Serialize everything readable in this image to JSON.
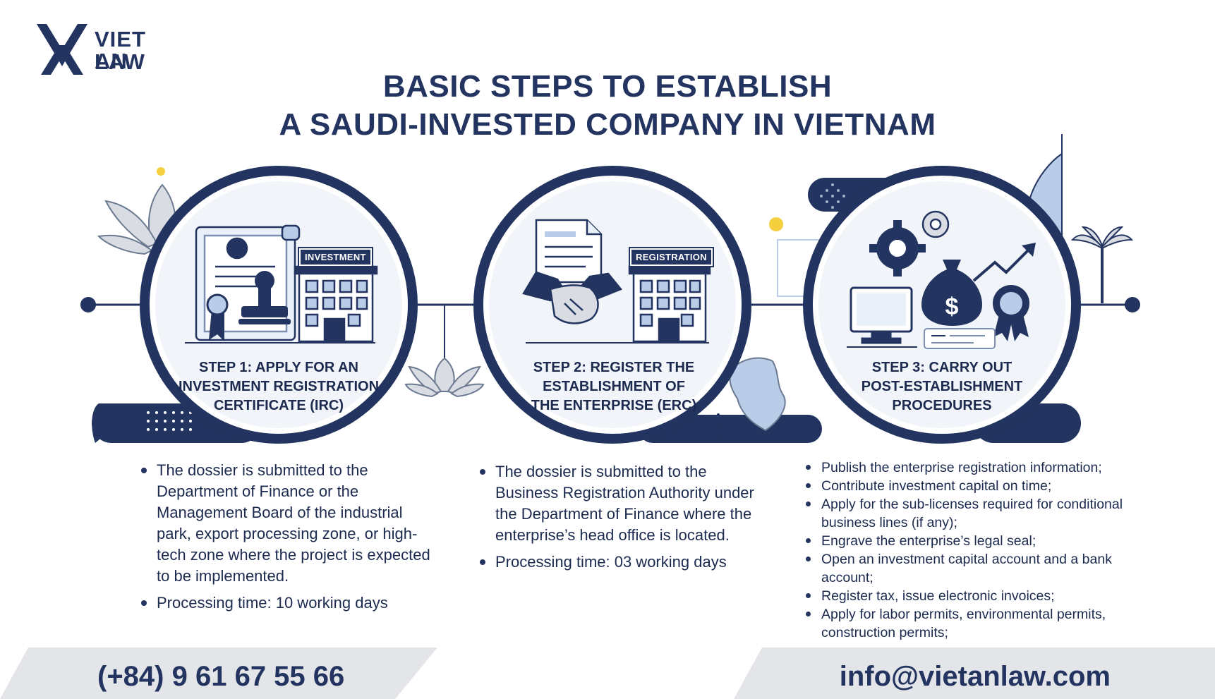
{
  "logo": {
    "line1": "VIET AN",
    "line2": "LAW"
  },
  "title": {
    "line1": "BASIC STEPS TO ESTABLISH",
    "line2": "A SAUDI-INVESTED COMPANY IN VIETNAM"
  },
  "steps": [
    {
      "badge": "INVESTMENT",
      "title": [
        "STEP 1: APPLY FOR AN",
        "INVESTMENT REGISTRATION",
        "CERTIFICATE (IRC)"
      ],
      "bullets": [
        "The dossier is submitted to the Department of Finance or the Management Board of the industrial park, export processing zone, or high-tech zone where the project is expected to be implemented.",
        "Processing time: 10 working days"
      ]
    },
    {
      "badge": "REGISTRATION",
      "title": [
        "STEP 2: REGISTER THE",
        "ESTABLISHMENT OF",
        "THE ENTERPRISE (ERC)"
      ],
      "bullets": [
        "The dossier is submitted to the Business Registration Authority under the Department of Finance where the enterprise’s head office is located.",
        "Processing time: 03 working days"
      ]
    },
    {
      "badge": "",
      "dollar": "$",
      "title": [
        "STEP 3: CARRY OUT",
        "POST-ESTABLISHMENT",
        "PROCEDURES"
      ],
      "bullets": [
        "Publish the enterprise registration information;",
        "Contribute investment capital on time;",
        "Apply for the sub-licenses required for conditional business lines (if any);",
        "Engrave the enterprise’s legal seal;",
        "Open an investment capital account and a bank account;",
        "Register tax, issue electronic invoices;",
        "Apply for labor permits, environmental permits, construction permits;"
      ]
    }
  ],
  "footer": {
    "phone": "(+84) 9 61 67 55 66",
    "email": "info@vietanlaw.com"
  },
  "colors": {
    "navy": "#22345f",
    "light_blue": "#b9cde8",
    "pale": "#eef2f8",
    "grey": "#d9dce2"
  }
}
